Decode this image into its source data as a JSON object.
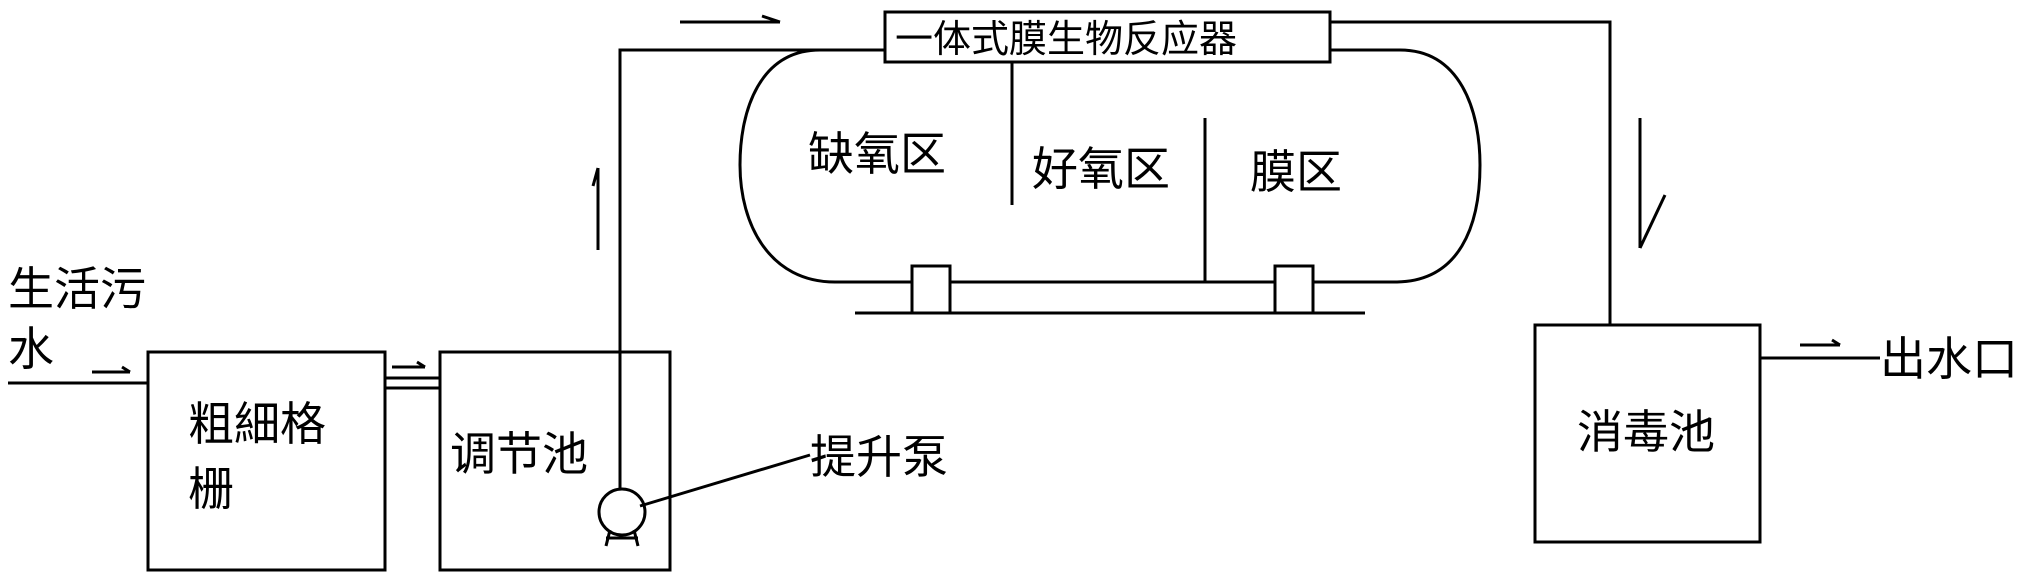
{
  "diagram": {
    "inlet_label_line1": "生活污",
    "inlet_label_line2": "水",
    "grid_label_line1": "粗細格",
    "grid_label_line2": "栅",
    "tank_label": "调节池",
    "pump_label": "提升泵",
    "reactor_title": "一体式膜生物反应器",
    "zone_anoxic": "缺氧区",
    "zone_aerobic": "好氧区",
    "zone_membrane": "膜区",
    "disinfection_label": "消毒池",
    "outlet_label": "出水口"
  },
  "colors": {
    "line": "#000000",
    "background": "#ffffff"
  }
}
